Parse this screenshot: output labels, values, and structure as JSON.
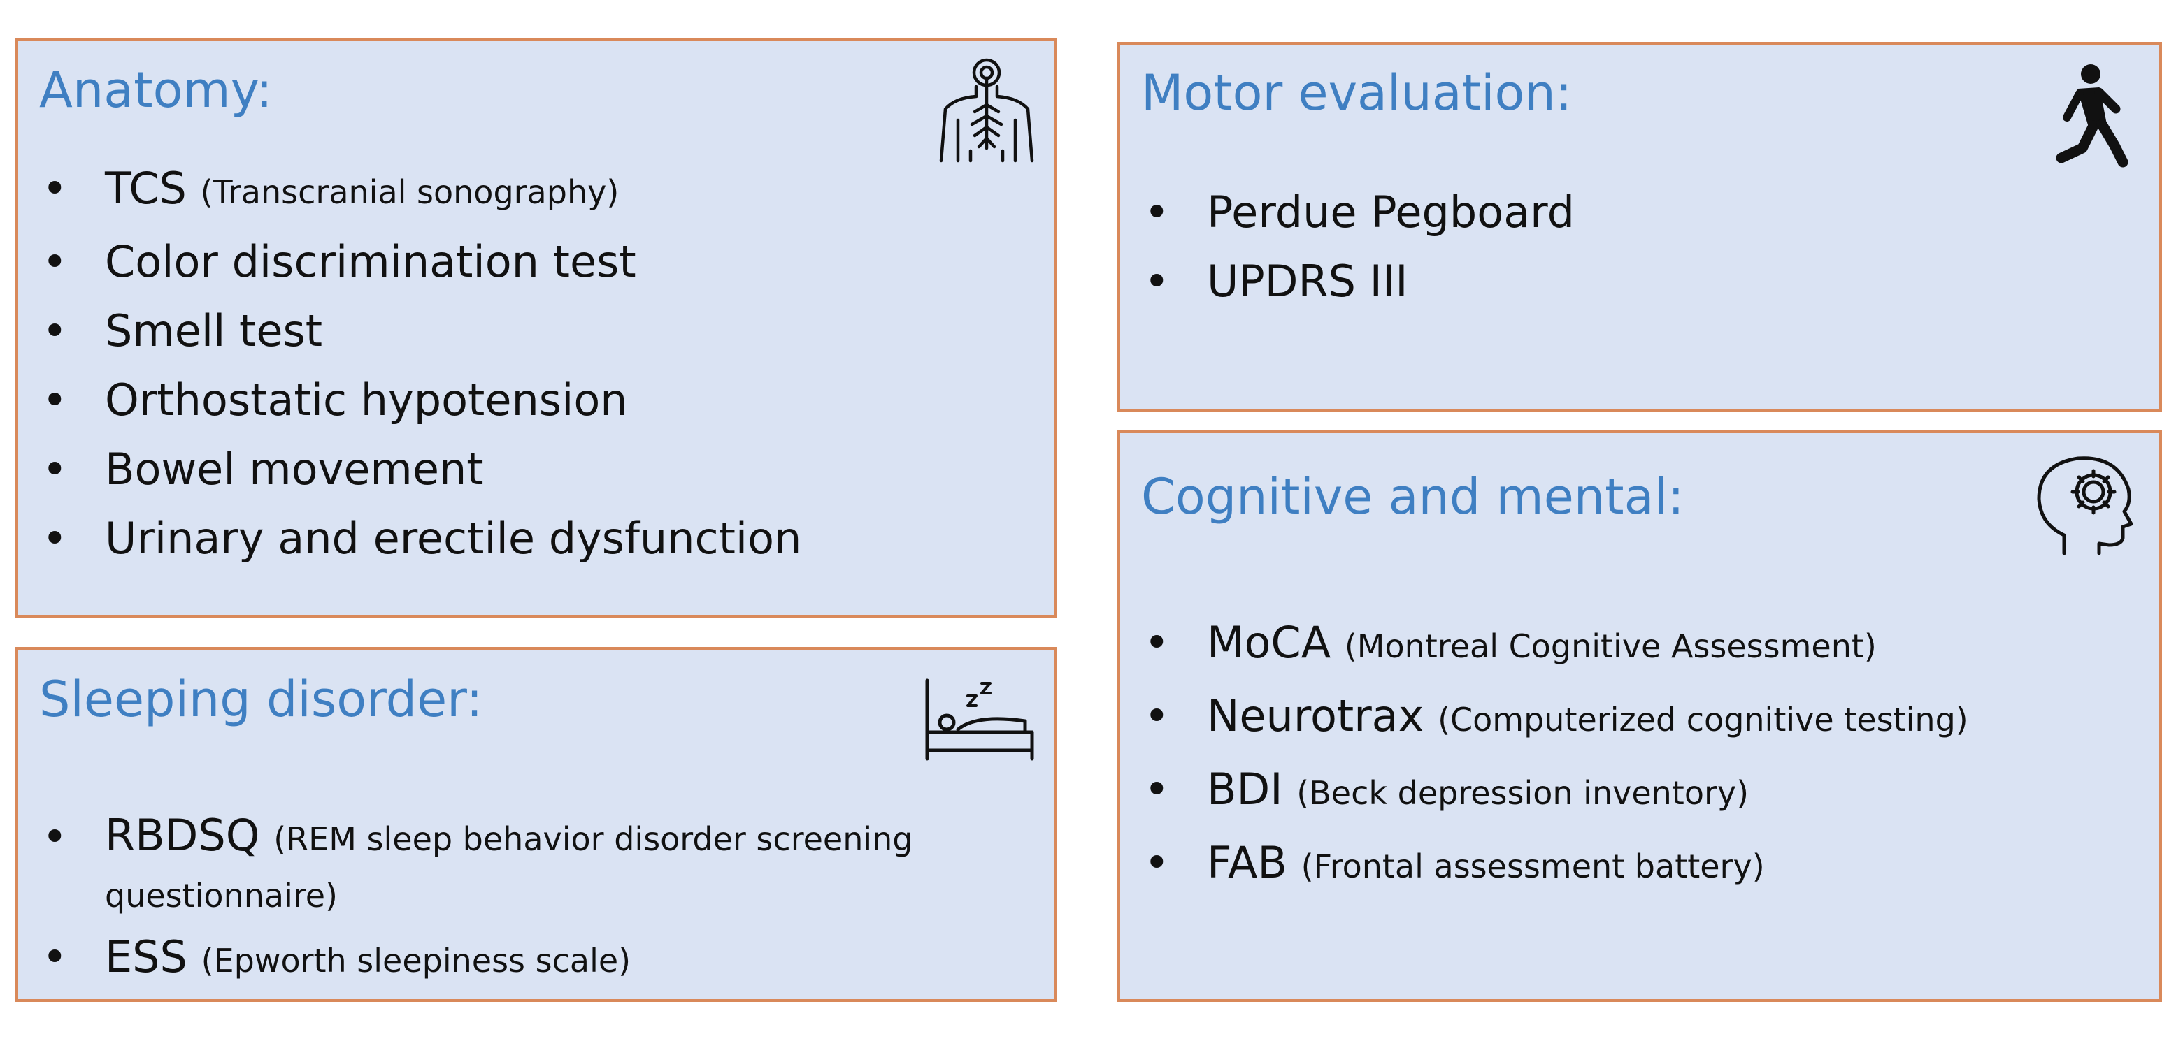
{
  "panels": {
    "anatomy": {
      "title": "Anatomy:",
      "icon": "nervous-system-icon",
      "items": [
        {
          "main": "TCS",
          "note": "(Transcranial sonography)"
        },
        {
          "main": "Color discrimination test",
          "note": ""
        },
        {
          "main": "Smell test",
          "note": ""
        },
        {
          "main": "Orthostatic hypotension",
          "note": ""
        },
        {
          "main": "Bowel movement",
          "note": ""
        },
        {
          "main": "Urinary and erectile dysfunction",
          "note": ""
        }
      ]
    },
    "sleeping": {
      "title": "Sleeping disorder:",
      "icon": "bed-icon",
      "items": [
        {
          "main": "RBDSQ",
          "note": "(REM sleep behavior disorder screening questionnaire)"
        },
        {
          "main": "ESS",
          "note": "(Epworth sleepiness scale)"
        }
      ]
    },
    "motor": {
      "title": "Motor evaluation:",
      "icon": "walking-person-icon",
      "items": [
        {
          "main": "Perdue Pegboard",
          "note": ""
        },
        {
          "main": "UPDRS III",
          "note": ""
        }
      ]
    },
    "cognitive": {
      "title": "Cognitive and mental:",
      "icon": "head-gear-icon",
      "items": [
        {
          "main": "MoCA",
          "note": "(Montreal Cognitive Assessment)"
        },
        {
          "main": "Neurotrax",
          "note": "(Computerized cognitive testing)"
        },
        {
          "main": "BDI",
          "note": "(Beck depression inventory)"
        },
        {
          "main": "FAB",
          "note": "(Frontal assessment battery)"
        }
      ]
    }
  },
  "colors": {
    "panel_fill": "#dae3f3",
    "panel_border": "#d9895a",
    "title": "#3f7fc2",
    "text": "#111111"
  }
}
